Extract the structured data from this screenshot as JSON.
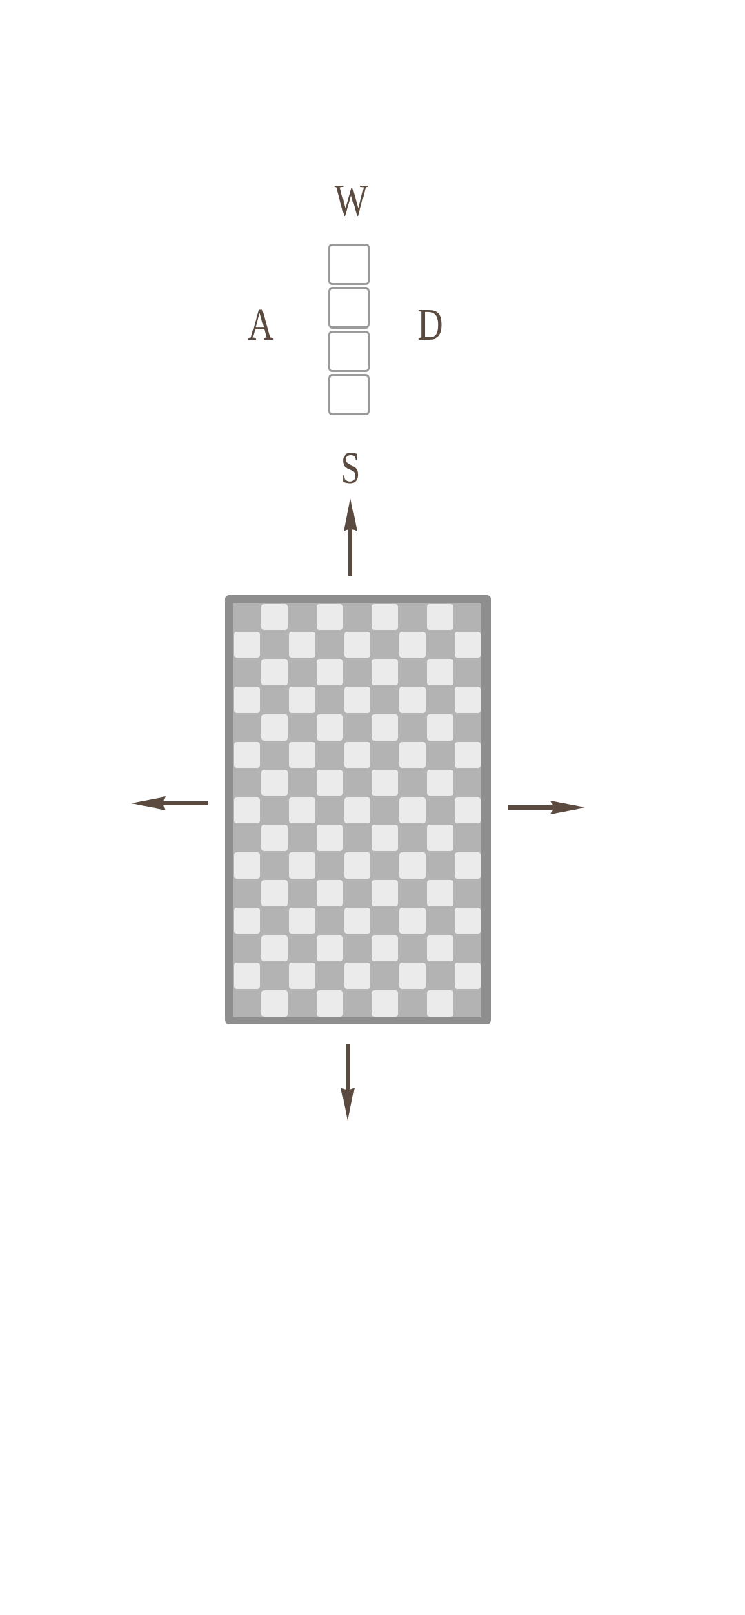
{
  "controls": {
    "up_key": "W",
    "left_key": "A",
    "right_key": "D",
    "down_key": "S"
  },
  "piece_preview": {
    "cells": 4,
    "orientation": "vertical"
  },
  "board": {
    "columns": 9,
    "rows": 15,
    "pattern": "checkerboard",
    "light_color": "#ebebeb",
    "dark_color": "#b3b3b3",
    "frame_color": "#8e8e8e"
  },
  "colors": {
    "label": "#5a4a40",
    "arrow": "#5a4a40",
    "slot_border": "#9a9a9a"
  },
  "icons": {
    "up": "arrow-up-icon",
    "down": "arrow-down-icon",
    "left": "arrow-left-icon",
    "right": "arrow-right-icon"
  }
}
